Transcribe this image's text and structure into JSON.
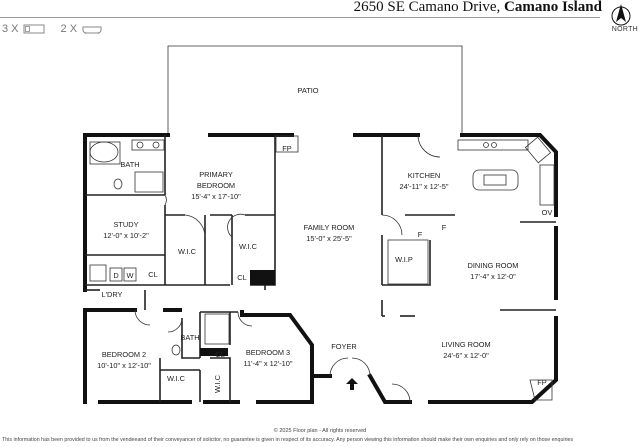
{
  "header": {
    "address_street": "2650 SE Camano Drive,",
    "address_city": "Camano Island",
    "bedrooms_count": "3 X",
    "baths_count": "2 X",
    "compass_label": "NORTH"
  },
  "rooms": {
    "patio": "PATIO",
    "bath_primary": "BATH",
    "primary_bedroom": "PRIMARY",
    "primary_bedroom_2": "BEDROOM",
    "primary_bedroom_dim": "15'-4\" x 17'-10\"",
    "fireplace_top": "FP",
    "kitchen": "KITCHEN",
    "kitchen_dim": "24'-11\" x 12'-5\"",
    "ov": "OV",
    "study": "STUDY",
    "study_dim": "12'-0\" x 10'-2\"",
    "wic_primary_left": "W.I.C",
    "wic_primary_right": "W.I.C",
    "family_room": "FAMILY ROOM",
    "family_room_dim": "15'-0\" x 25'-5\"",
    "pantry_f1": "F",
    "pantry_f2": "F",
    "wip": "W.I.P",
    "dining_room": "DINING ROOM",
    "dining_room_dim": "17'-4\" x 12'-0\"",
    "d": "D",
    "w": "W",
    "cl_laundry": "CL",
    "cl_primary": "CL",
    "ldry": "L'DRY",
    "bath_hall": "BATH",
    "cl_hall": "CL",
    "bedroom2": "BEDROOM 2",
    "bedroom2_dim": "10'-10\" x 12'-10\"",
    "bedroom3": "BEDROOM 3",
    "bedroom3_dim": "11'-4\" x 12'-10\"",
    "foyer": "FOYER",
    "living_room": "LIVING ROOM",
    "living_room_dim": "24'-6\" x 12'-0\"",
    "wic_bed2": "W.I.C",
    "wic_bed3": "W.I.C",
    "fireplace_living": "FP"
  },
  "footer": {
    "copyright": "© 2025 Floor plan - All rights reserved",
    "disclaimer": "This information has been provided to us from the vendeeand of their conveyancer of solicitor, no guarantee is given in respect of its accuracy. Any person viewing this information should make their own enquiries and only rely on those enquiries"
  },
  "colors": {
    "walls": "#111111",
    "background": "#ffffff",
    "text": "#222222"
  },
  "icons": [
    "bed-icon",
    "bathtub-icon",
    "compass-icon",
    "entry-arrow-icon"
  ]
}
